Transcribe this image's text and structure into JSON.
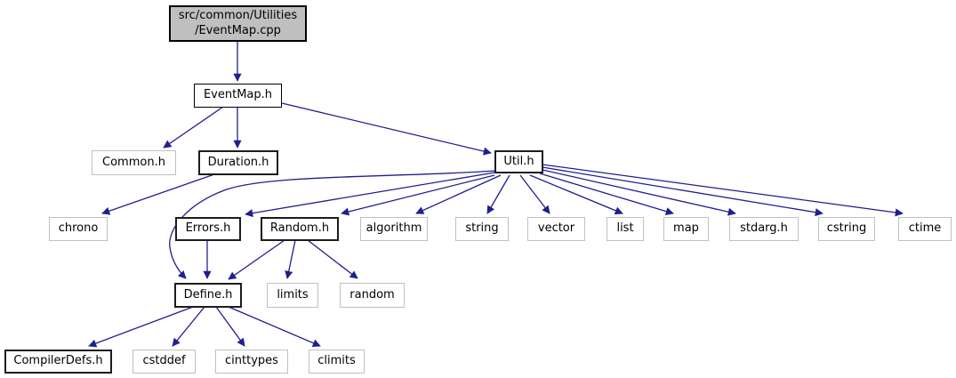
{
  "diagram": {
    "type": "include-dependency-graph",
    "root_file": "src/common/Utilities/EventMap.cpp",
    "nodes": {
      "eventmap_cpp": {
        "label_line1": "src/common/Utilities",
        "label_line2": "/EventMap.cpp"
      },
      "eventmap_h": {
        "label": "EventMap.h"
      },
      "common_h": {
        "label": "Common.h"
      },
      "duration_h": {
        "label": "Duration.h"
      },
      "util_h": {
        "label": "Util.h"
      },
      "chrono": {
        "label": "chrono"
      },
      "errors_h": {
        "label": "Errors.h"
      },
      "random_h": {
        "label": "Random.h"
      },
      "algorithm": {
        "label": "algorithm"
      },
      "string": {
        "label": "string"
      },
      "vector": {
        "label": "vector"
      },
      "list": {
        "label": "list"
      },
      "map": {
        "label": "map"
      },
      "stdarg_h": {
        "label": "stdarg.h"
      },
      "cstring": {
        "label": "cstring"
      },
      "ctime": {
        "label": "ctime"
      },
      "define_h": {
        "label": "Define.h"
      },
      "limits": {
        "label": "limits"
      },
      "random": {
        "label": "random"
      },
      "compilerdefs_h": {
        "label": "CompilerDefs.h"
      },
      "cstddef": {
        "label": "cstddef"
      },
      "cinttypes": {
        "label": "cinttypes"
      },
      "climits": {
        "label": "climits"
      }
    },
    "edges": [
      {
        "from": "eventmap_cpp",
        "to": "eventmap_h"
      },
      {
        "from": "eventmap_h",
        "to": "common_h"
      },
      {
        "from": "eventmap_h",
        "to": "duration_h"
      },
      {
        "from": "eventmap_h",
        "to": "util_h"
      },
      {
        "from": "duration_h",
        "to": "chrono"
      },
      {
        "from": "util_h",
        "to": "define_h"
      },
      {
        "from": "util_h",
        "to": "errors_h"
      },
      {
        "from": "util_h",
        "to": "random_h"
      },
      {
        "from": "util_h",
        "to": "algorithm"
      },
      {
        "from": "util_h",
        "to": "string"
      },
      {
        "from": "util_h",
        "to": "vector"
      },
      {
        "from": "util_h",
        "to": "list"
      },
      {
        "from": "util_h",
        "to": "map"
      },
      {
        "from": "util_h",
        "to": "stdarg_h"
      },
      {
        "from": "util_h",
        "to": "cstring"
      },
      {
        "from": "util_h",
        "to": "ctime"
      },
      {
        "from": "errors_h",
        "to": "define_h"
      },
      {
        "from": "random_h",
        "to": "define_h"
      },
      {
        "from": "random_h",
        "to": "limits"
      },
      {
        "from": "random_h",
        "to": "random"
      },
      {
        "from": "define_h",
        "to": "compilerdefs_h"
      },
      {
        "from": "define_h",
        "to": "cstddef"
      },
      {
        "from": "define_h",
        "to": "cinttypes"
      },
      {
        "from": "define_h",
        "to": "climits"
      }
    ],
    "colors": {
      "edge": "#1f1f8f",
      "root_fill": "#bfbfbf",
      "documented_border": "#000000",
      "external_border": "#c0c0c0",
      "background": "#ffffff"
    }
  }
}
